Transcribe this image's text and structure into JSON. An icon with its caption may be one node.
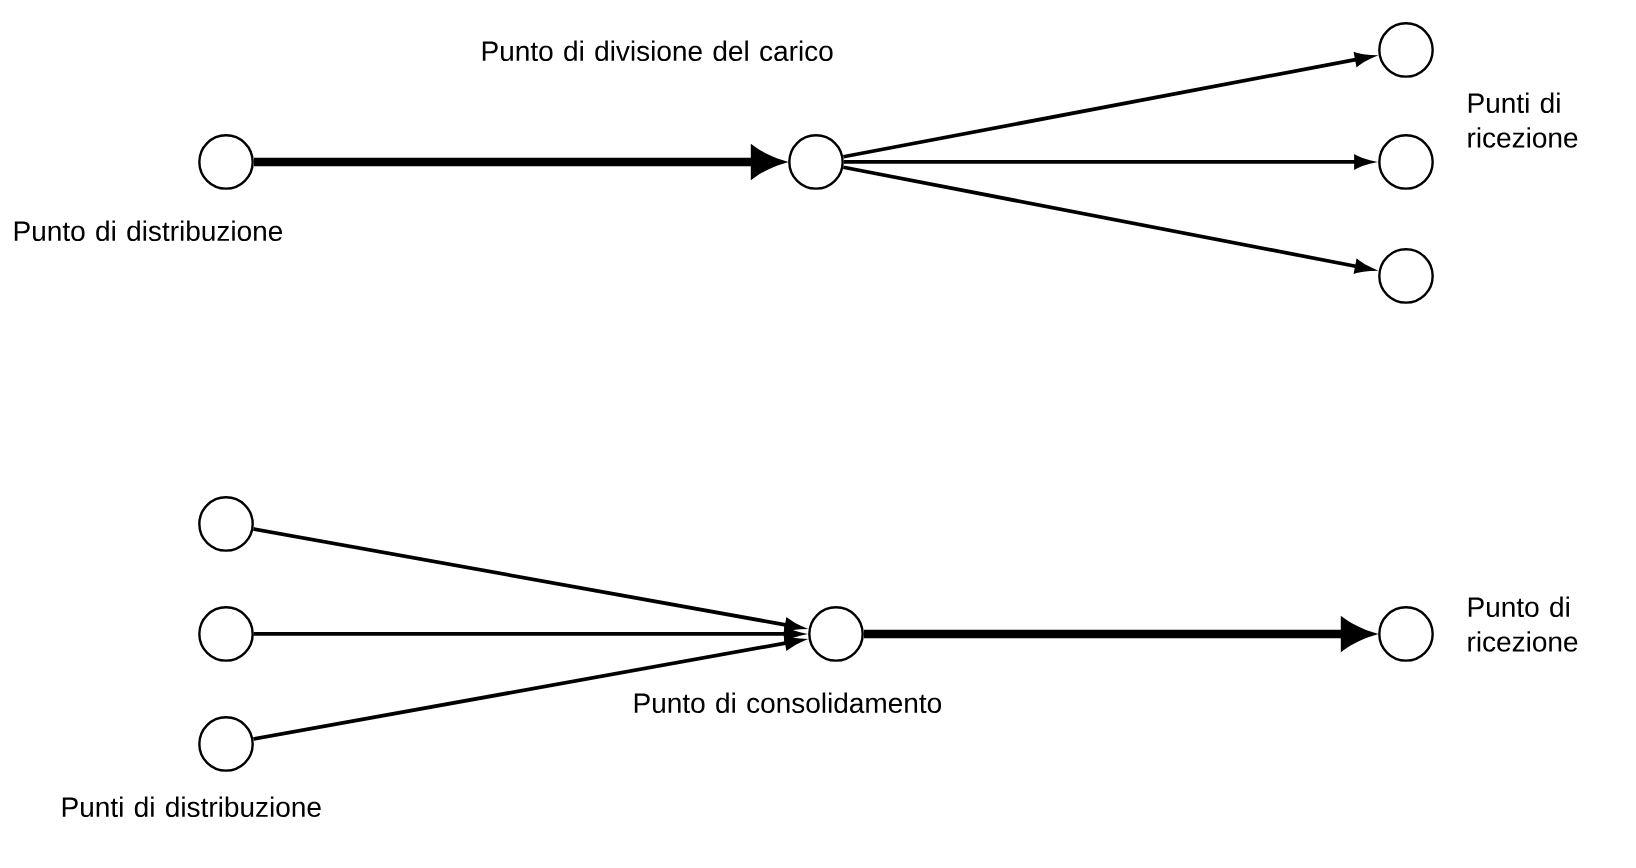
{
  "diagram": {
    "nodes": [
      {
        "text": [],
        "shape": "circle",
        "beside": [
          "Punto di distribuzione"
        ]
      },
      {
        "text": [],
        "shape": "circle",
        "beside": [
          "Punto di divisione del carico"
        ]
      },
      {
        "text": [],
        "shape": "circle"
      },
      {
        "text": [],
        "shape": "circle",
        "beside": [
          "Punti di ricezione"
        ]
      },
      {
        "text": [],
        "shape": "circle"
      },
      {
        "text": [],
        "shape": "circle"
      },
      {
        "text": [],
        "shape": "circle"
      },
      {
        "text": [],
        "shape": "circle",
        "beside": [
          "Punti di distribuzione"
        ]
      },
      {
        "text": [],
        "shape": "circle",
        "beside": [
          "Punto di consolidamento"
        ]
      },
      {
        "text": [],
        "shape": "circle",
        "beside": [
          "Punto di ricezione"
        ]
      }
    ],
    "edges": [
      {
        "from": 0,
        "to": 1,
        "arrow": "to",
        "style": "thick"
      },
      {
        "from": 1,
        "to": 2,
        "arrow": "to"
      },
      {
        "from": 1,
        "to": 3,
        "arrow": "to"
      },
      {
        "from": 1,
        "to": 4,
        "arrow": "to"
      },
      {
        "from": 5,
        "to": 8,
        "arrow": "to"
      },
      {
        "from": 6,
        "to": 8,
        "arrow": "to"
      },
      {
        "from": 7,
        "to": 8,
        "arrow": "to"
      },
      {
        "from": 8,
        "to": 9,
        "arrow": "to",
        "style": "thick"
      }
    ]
  }
}
